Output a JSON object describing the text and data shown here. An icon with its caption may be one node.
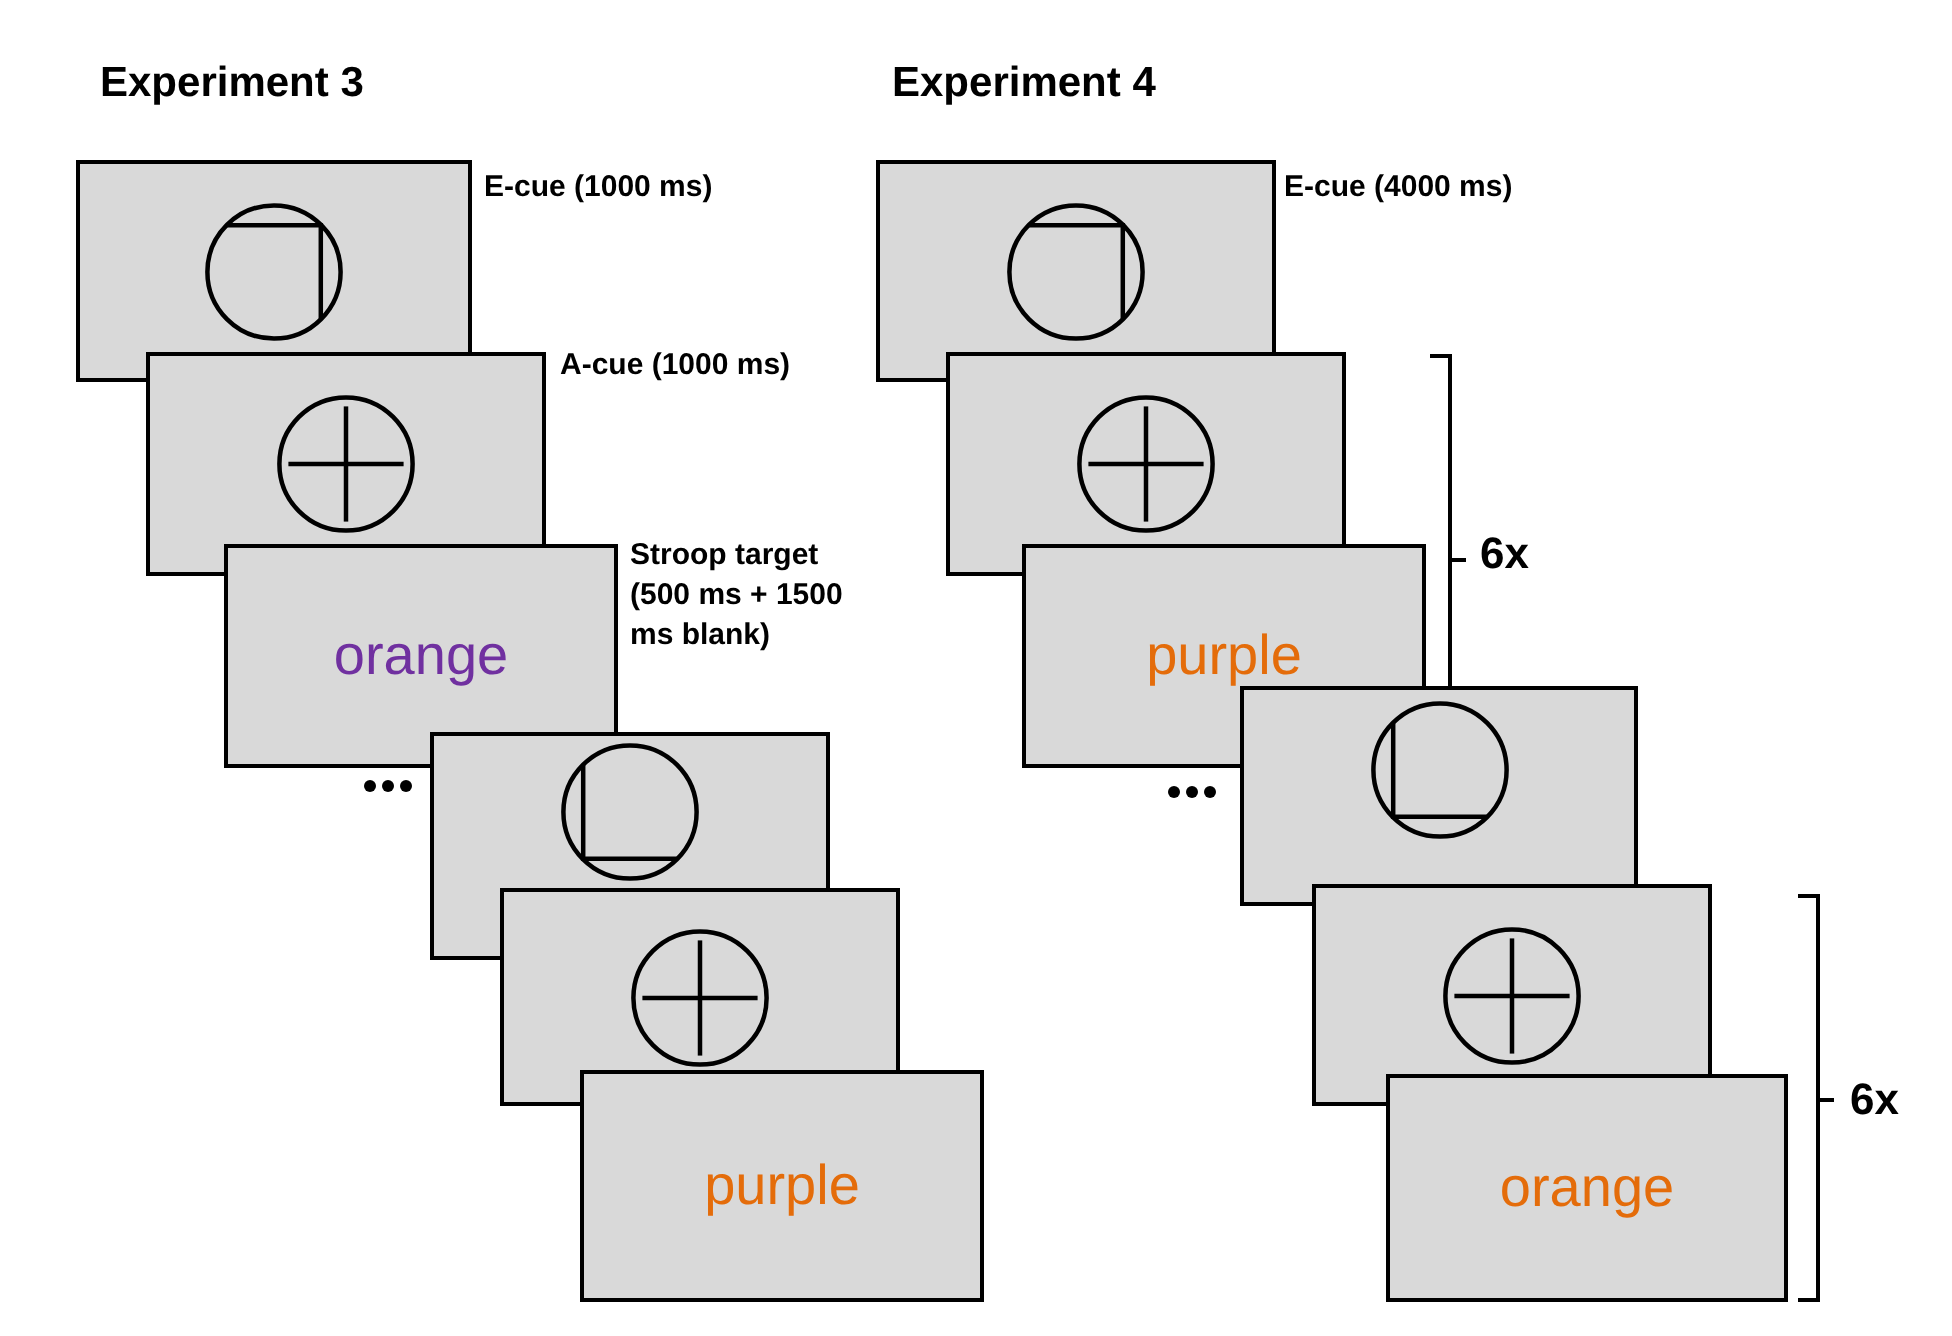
{
  "diagram": {
    "nodes": [
      {
        "text": [],
        "shape": "box",
        "beside": [
          "E-cue (1000 ms)"
        ]
      },
      {
        "text": [],
        "shape": "box",
        "beside": [
          "A-cue (1000 ms)"
        ]
      },
      {
        "text": [
          "orange"
        ],
        "beside": [
          "Stroop target (500 ms + 1500 ms blank)"
        ]
      },
      {
        "text": [],
        "shape": "box"
      },
      {
        "text": [],
        "shape": "box"
      },
      {
        "text": [
          "purple"
        ]
      },
      {
        "text": [],
        "shape": "box",
        "beside": [
          "E-cue (4000 ms)"
        ]
      },
      {
        "text": [],
        "shape": "box"
      },
      {
        "text": [
          "purple"
        ]
      },
      {
        "text": [],
        "shape": "box"
      },
      {
        "text": [],
        "shape": "box"
      },
      {
        "text": [
          "orange"
        ]
      }
    ],
    "edges": [],
    "labels": [
      "Experiment 3",
      "Experiment 4",
      "6x",
      "6x"
    ]
  }
}
